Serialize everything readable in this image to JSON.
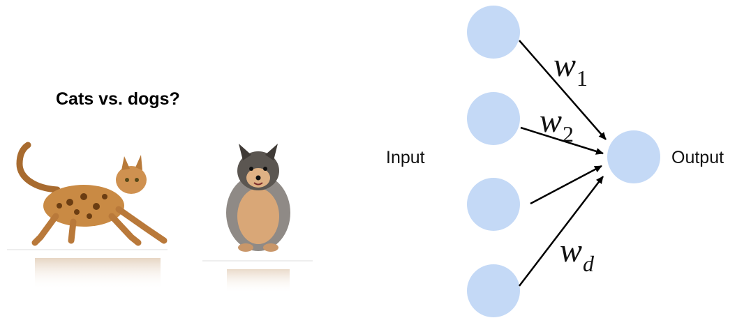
{
  "title": "Cats vs. dogs?",
  "diagram": {
    "input_label": "Input",
    "output_label": "Output",
    "weights": [
      {
        "symbol": "w",
        "subscript": "1"
      },
      {
        "symbol": "w",
        "subscript": "2"
      },
      {
        "symbol": "w",
        "subscript": "d"
      }
    ]
  },
  "colors": {
    "node_fill": "#c4d9f6",
    "edge": "#000000"
  }
}
